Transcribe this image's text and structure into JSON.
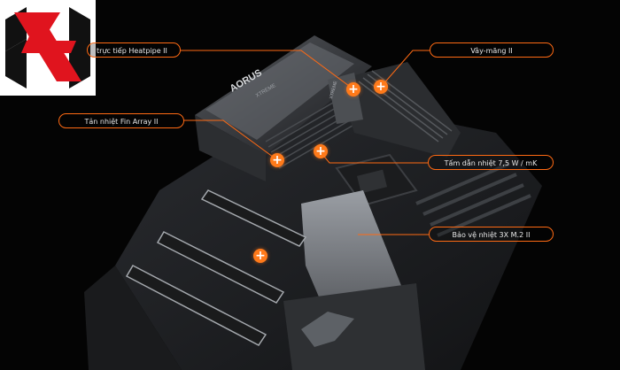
{
  "brand": {
    "logo_icon": "hxh-logo-icon",
    "colors": {
      "logo_red": "#e0141e",
      "logo_black": "#111111",
      "accent": "#ff6a13"
    }
  },
  "board": {
    "heatsink_label": "AORUS",
    "heatsink_sub": "XTREME",
    "vrm_label": "XTREME"
  },
  "callouts": [
    {
      "label": "trực tiếp Heatpipe II"
    },
    {
      "label": "Vây-măng II"
    },
    {
      "label": "Tản nhiệt Fin Array II"
    },
    {
      "label": "Tấm dẫn nhiệt 7,5 W / mK"
    },
    {
      "label": "Bảo vệ nhiệt 3X M.2 II"
    }
  ],
  "hotspot_icon": "plus-icon",
  "hotspot_symbol": "+"
}
